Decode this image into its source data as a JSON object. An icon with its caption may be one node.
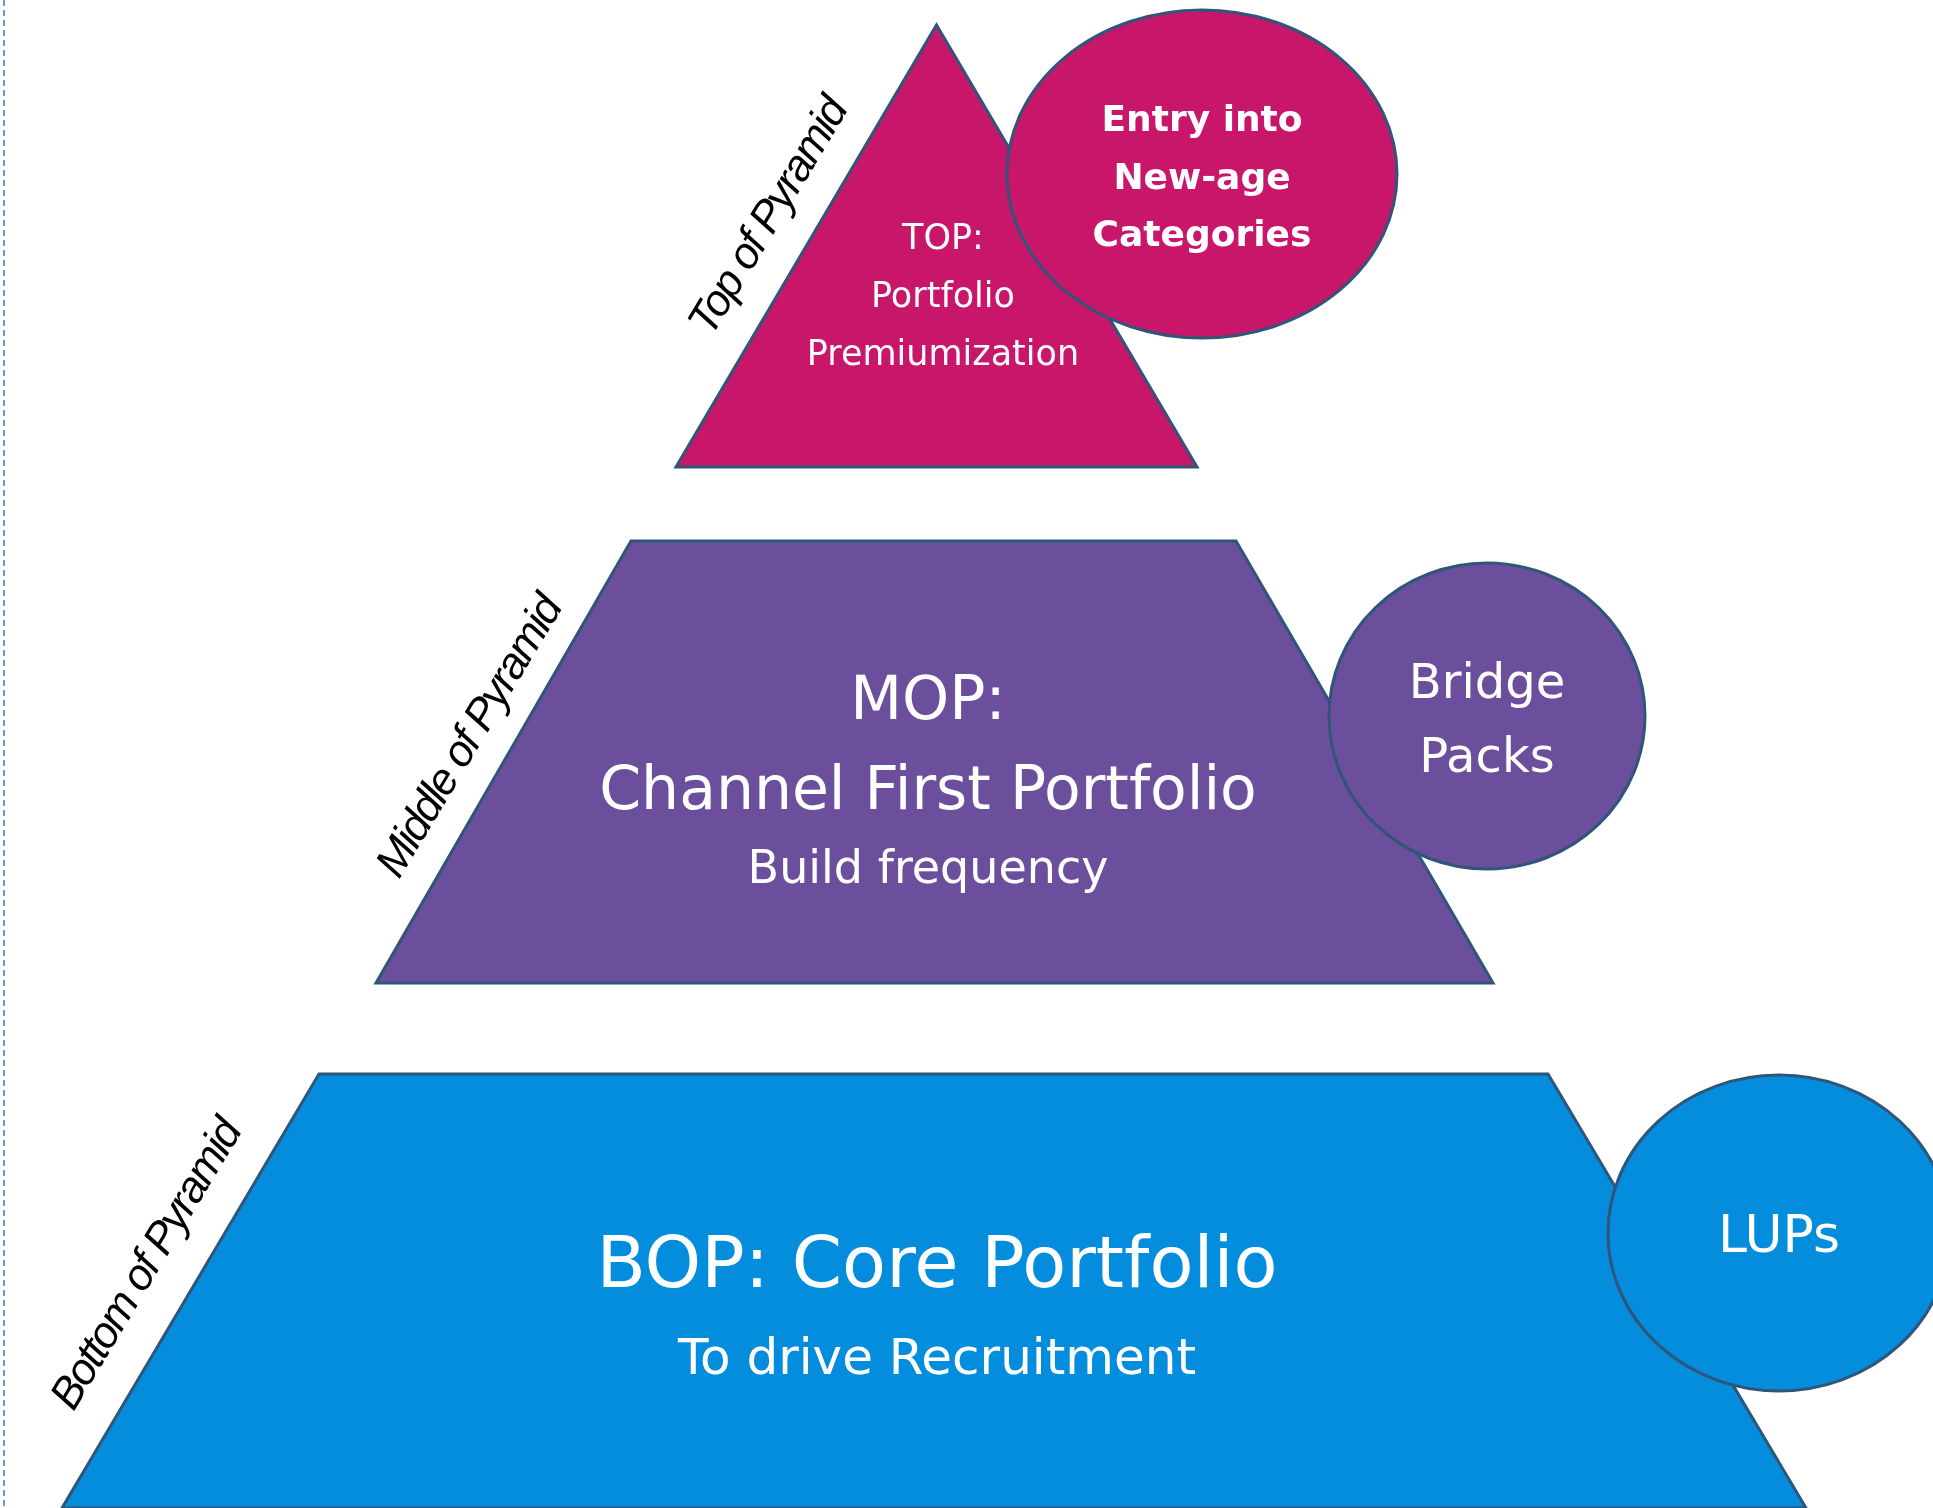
{
  "diagram": {
    "nodes": [
      {
        "text": [
          "TOP: Portfolio Premiumization"
        ],
        "beside": [
          "Top of Pyramid"
        ]
      },
      {
        "text": [
          "Entry into New-age Categories"
        ]
      },
      {
        "text": [
          "MOP:",
          "Channel First Portfolio",
          "Build frequency"
        ],
        "beside": [
          "Middle of Pyramid"
        ]
      },
      {
        "text": [
          "Bridge Packs"
        ]
      },
      {
        "text": [
          "BOP: Core Portfolio",
          "To drive Recruitment"
        ],
        "beside": [
          "Bottom of Pyramid"
        ]
      },
      {
        "text": [
          "LUPs"
        ]
      }
    ],
    "edges": []
  }
}
